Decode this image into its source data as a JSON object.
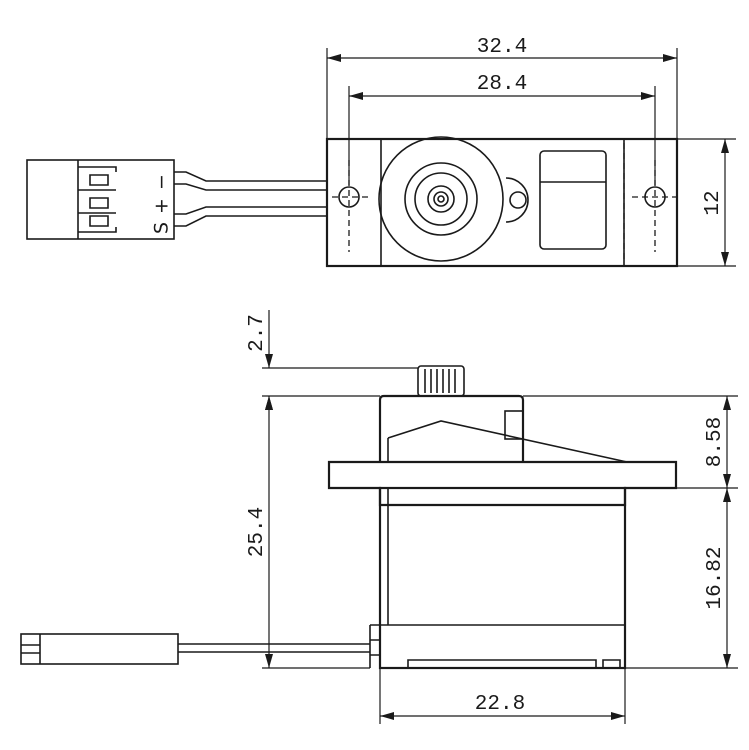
{
  "dimensions": {
    "overall_width": "32.4",
    "hole_spacing": "28.4",
    "body_depth": "12",
    "spline_height": "2.7",
    "total_height": "25.4",
    "top_section": "8.58",
    "lower_section": "16.82",
    "body_width": "22.8"
  },
  "connector": {
    "pin_signal": "S",
    "pin_positive": "+",
    "pin_negative": "−"
  }
}
